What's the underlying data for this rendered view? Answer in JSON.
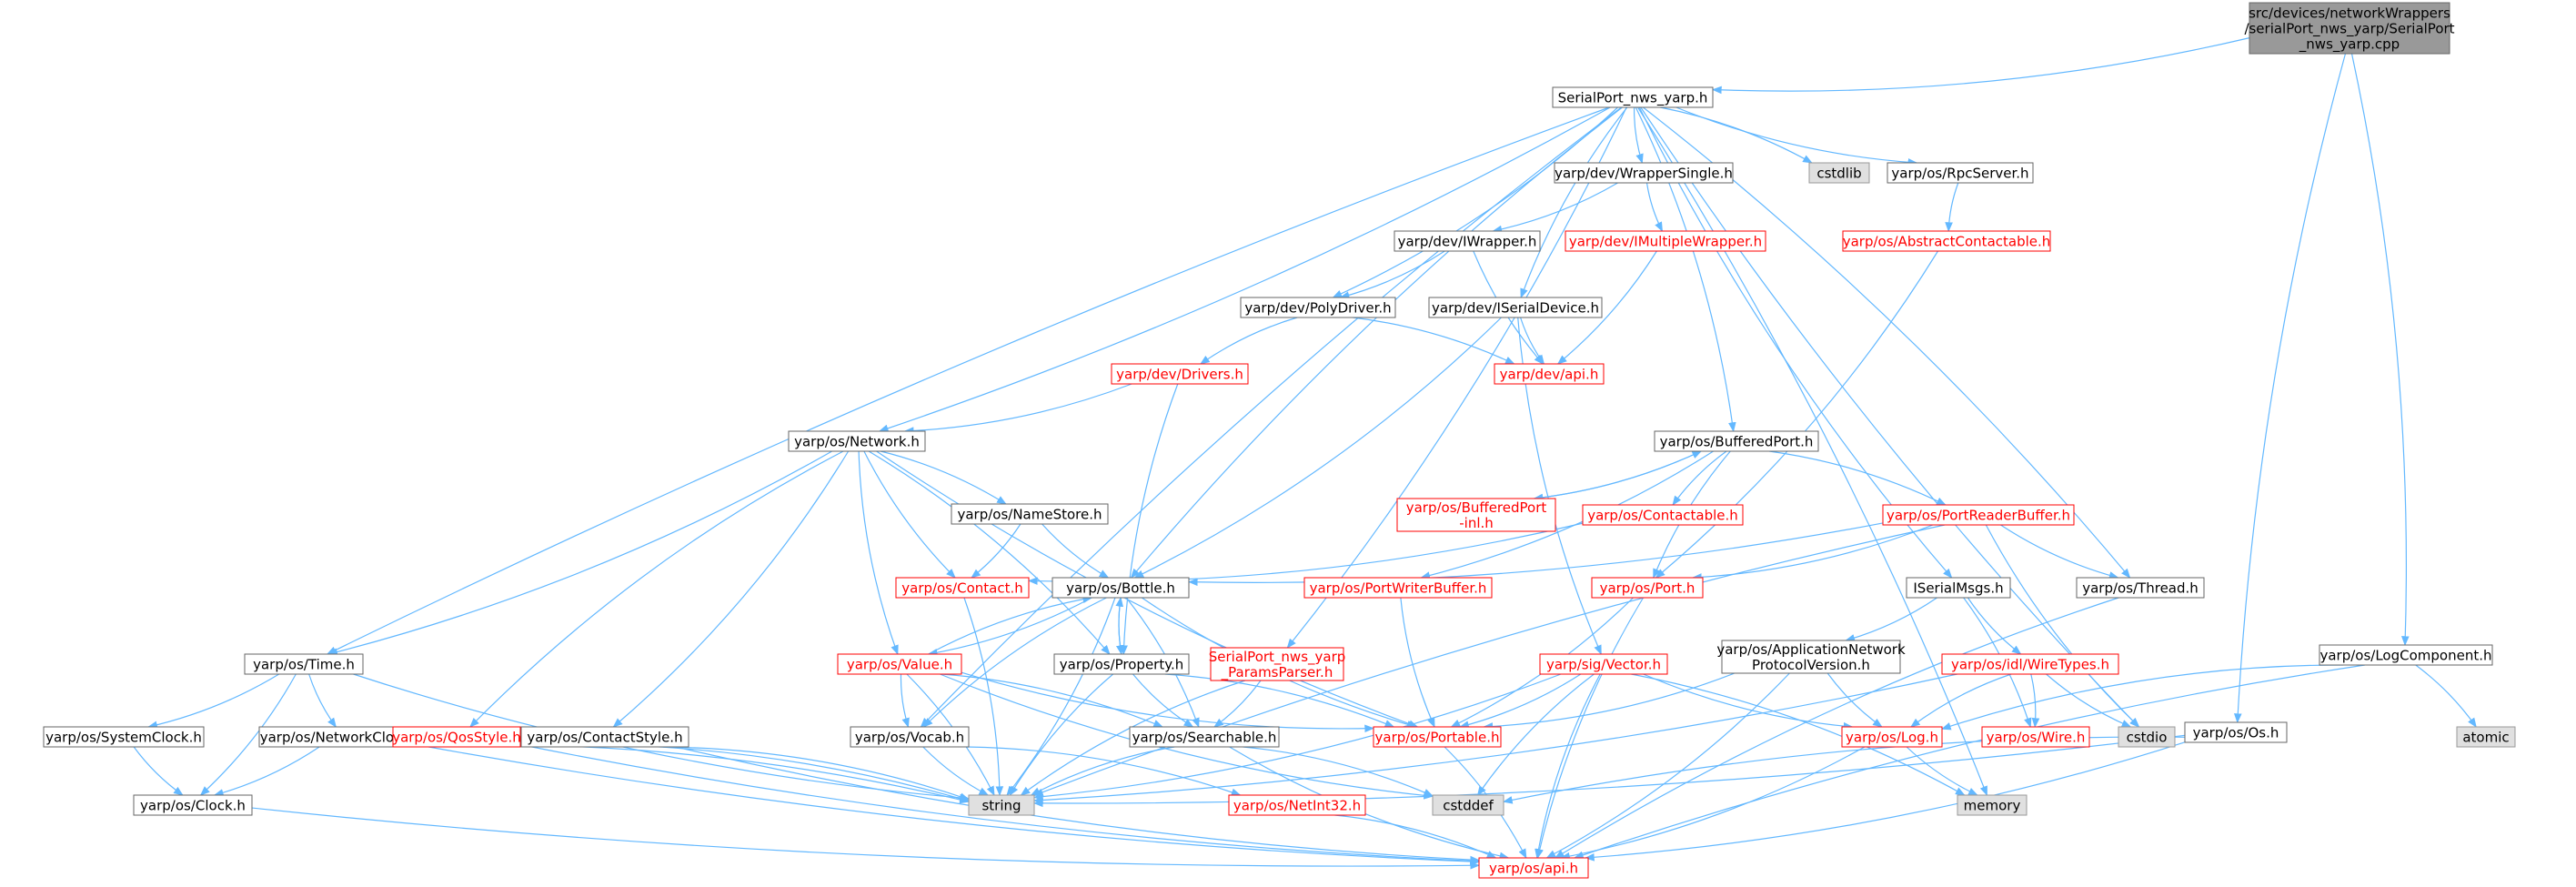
{
  "diagram": {
    "type": "include-dependency-graph",
    "colors": {
      "edge": "#63b8ff",
      "normal_fill": "#ffffff",
      "normal_border": "#666666",
      "normal_text": "#000000",
      "missing_fill": "#ffffff",
      "missing_border": "#ff0000",
      "missing_text": "#ff0000",
      "system_fill": "#e0e0e0",
      "system_border": "#999999",
      "system_text": "#000000",
      "root_fill": "#999999",
      "root_border": "#666666",
      "root_text": "#000000"
    },
    "nodes": [
      {
        "id": "root",
        "lines": [
          "src/devices/networkWrappers",
          "/serialPort_nws_yarp/SerialPort",
          "_nws_yarp.cpp"
        ],
        "style": "root"
      },
      {
        "id": "serialport_nws_yarp_h",
        "lines": [
          "SerialPort_nws_yarp.h"
        ],
        "style": "normal"
      },
      {
        "id": "yarp_os_os_h",
        "lines": [
          "yarp/os/Os.h"
        ],
        "style": "normal"
      },
      {
        "id": "yarp_os_logcomponent_h",
        "lines": [
          "yarp/os/LogComponent.h"
        ],
        "style": "normal"
      },
      {
        "id": "yarp_dev_wrappersingle_h",
        "lines": [
          "yarp/dev/WrapperSingle.h"
        ],
        "style": "normal"
      },
      {
        "id": "cstdlib",
        "lines": [
          "cstdlib"
        ],
        "style": "system"
      },
      {
        "id": "yarp_os_rpcserver_h",
        "lines": [
          "yarp/os/RpcServer.h"
        ],
        "style": "normal"
      },
      {
        "id": "yarp_dev_iwrapper_h",
        "lines": [
          "yarp/dev/IWrapper.h"
        ],
        "style": "normal"
      },
      {
        "id": "yarp_dev_imultiplewrapper_h",
        "lines": [
          "yarp/dev/IMultipleWrapper.h"
        ],
        "style": "missing"
      },
      {
        "id": "yarp_os_abstractcontactable_h",
        "lines": [
          "yarp/os/AbstractContactable.h"
        ],
        "style": "missing"
      },
      {
        "id": "yarp_dev_polydriver_h",
        "lines": [
          "yarp/dev/PolyDriver.h"
        ],
        "style": "normal"
      },
      {
        "id": "yarp_dev_iserialdevice_h",
        "lines": [
          "yarp/dev/ISerialDevice.h"
        ],
        "style": "normal"
      },
      {
        "id": "yarp_dev_drivers_h",
        "lines": [
          "yarp/dev/Drivers.h"
        ],
        "style": "missing"
      },
      {
        "id": "yarp_dev_api_h",
        "lines": [
          "yarp/dev/api.h"
        ],
        "style": "missing"
      },
      {
        "id": "yarp_os_network_h",
        "lines": [
          "yarp/os/Network.h"
        ],
        "style": "normal"
      },
      {
        "id": "yarp_os_bufferedport_h",
        "lines": [
          "yarp/os/BufferedPort.h"
        ],
        "style": "normal"
      },
      {
        "id": "yarp_os_nameStore_h",
        "lines": [
          "yarp/os/NameStore.h"
        ],
        "style": "normal"
      },
      {
        "id": "yarp_os_bufferedport_inl_h",
        "lines": [
          "yarp/os/BufferedPort",
          "-inl.h"
        ],
        "style": "missing"
      },
      {
        "id": "yarp_os_contactable_h",
        "lines": [
          "yarp/os/Contactable.h"
        ],
        "style": "missing"
      },
      {
        "id": "yarp_os_portreaderbuffer_h",
        "lines": [
          "yarp/os/PortReaderBuffer.h"
        ],
        "style": "missing"
      },
      {
        "id": "yarp_os_contact_h",
        "lines": [
          "yarp/os/Contact.h"
        ],
        "style": "missing"
      },
      {
        "id": "yarp_os_bottle_h",
        "lines": [
          "yarp/os/Bottle.h"
        ],
        "style": "normal"
      },
      {
        "id": "yarp_os_portwriterbuffer_h",
        "lines": [
          "yarp/os/PortWriterBuffer.h"
        ],
        "style": "missing"
      },
      {
        "id": "yarp_os_port_h",
        "lines": [
          "yarp/os/Port.h"
        ],
        "style": "missing"
      },
      {
        "id": "iserialmsgs_h",
        "lines": [
          "ISerialMsgs.h"
        ],
        "style": "normal"
      },
      {
        "id": "yarp_os_thread_h",
        "lines": [
          "yarp/os/Thread.h"
        ],
        "style": "normal"
      },
      {
        "id": "yarp_os_time_h",
        "lines": [
          "yarp/os/Time.h"
        ],
        "style": "normal"
      },
      {
        "id": "yarp_os_value_h",
        "lines": [
          "yarp/os/Value.h"
        ],
        "style": "missing"
      },
      {
        "id": "yarp_os_property_h",
        "lines": [
          "yarp/os/Property.h"
        ],
        "style": "normal"
      },
      {
        "id": "serialport_params_parser_h",
        "lines": [
          "SerialPort_nws_yarp",
          "_ParamsParser.h"
        ],
        "style": "missing"
      },
      {
        "id": "yarp_sig_vector_h",
        "lines": [
          "yarp/sig/Vector.h"
        ],
        "style": "missing"
      },
      {
        "id": "yarp_os_appnetprotocolversion_h",
        "lines": [
          "yarp/os/ApplicationNetwork",
          "ProtocolVersion.h"
        ],
        "style": "normal"
      },
      {
        "id": "yarp_os_idl_wiretypes_h",
        "lines": [
          "yarp/os/idl/WireTypes.h"
        ],
        "style": "missing"
      },
      {
        "id": "yarp_os_systemclock_h",
        "lines": [
          "yarp/os/SystemClock.h"
        ],
        "style": "normal"
      },
      {
        "id": "yarp_os_networkclock_h",
        "lines": [
          "yarp/os/NetworkClock.h"
        ],
        "style": "normal"
      },
      {
        "id": "yarp_os_qosstyle_h",
        "lines": [
          "yarp/os/QosStyle.h"
        ],
        "style": "missing"
      },
      {
        "id": "yarp_os_contactstyle_h",
        "lines": [
          "yarp/os/ContactStyle.h"
        ],
        "style": "normal"
      },
      {
        "id": "yarp_os_searchable_h",
        "lines": [
          "yarp/os/Searchable.h"
        ],
        "style": "normal"
      },
      {
        "id": "yarp_os_portable_h",
        "lines": [
          "yarp/os/Portable.h"
        ],
        "style": "missing"
      },
      {
        "id": "yarp_os_log_h",
        "lines": [
          "yarp/os/Log.h"
        ],
        "style": "missing"
      },
      {
        "id": "yarp_os_wire_h",
        "lines": [
          "yarp/os/Wire.h"
        ],
        "style": "missing"
      },
      {
        "id": "cstdio",
        "lines": [
          "cstdio"
        ],
        "style": "system"
      },
      {
        "id": "atomic",
        "lines": [
          "atomic"
        ],
        "style": "system"
      },
      {
        "id": "yarp_os_vocab_h",
        "lines": [
          "yarp/os/Vocab.h"
        ],
        "style": "normal"
      },
      {
        "id": "yarp_os_clock_h",
        "lines": [
          "yarp/os/Clock.h"
        ],
        "style": "normal"
      },
      {
        "id": "string",
        "lines": [
          "string"
        ],
        "style": "system"
      },
      {
        "id": "yarp_os_netint32_h",
        "lines": [
          "yarp/os/NetInt32.h"
        ],
        "style": "missing"
      },
      {
        "id": "cstddef",
        "lines": [
          "cstddef"
        ],
        "style": "system"
      },
      {
        "id": "memory",
        "lines": [
          "memory"
        ],
        "style": "system"
      },
      {
        "id": "yarp_os_api_h",
        "lines": [
          "yarp/os/api.h"
        ],
        "style": "missing"
      }
    ],
    "edges": [
      [
        "root",
        "serialport_nws_yarp_h"
      ],
      [
        "root",
        "yarp_os_os_h"
      ],
      [
        "root",
        "yarp_os_logcomponent_h"
      ],
      [
        "serialport_nws_yarp_h",
        "yarp_dev_wrappersingle_h"
      ],
      [
        "serialport_nws_yarp_h",
        "cstdlib"
      ],
      [
        "serialport_nws_yarp_h",
        "yarp_os_rpcserver_h"
      ],
      [
        "serialport_nws_yarp_h",
        "yarp_dev_polydriver_h"
      ],
      [
        "serialport_nws_yarp_h",
        "yarp_dev_iserialdevice_h"
      ],
      [
        "serialport_nws_yarp_h",
        "yarp_os_network_h"
      ],
      [
        "serialport_nws_yarp_h",
        "yarp_os_time_h"
      ],
      [
        "serialport_nws_yarp_h",
        "yarp_os_bufferedport_h"
      ],
      [
        "serialport_nws_yarp_h",
        "yarp_os_bottle_h"
      ],
      [
        "serialport_nws_yarp_h",
        "serialport_params_parser_h"
      ],
      [
        "serialport_nws_yarp_h",
        "iserialmsgs_h"
      ],
      [
        "serialport_nws_yarp_h",
        "yarp_os_thread_h"
      ],
      [
        "serialport_nws_yarp_h",
        "cstdio"
      ],
      [
        "serialport_nws_yarp_h",
        "memory"
      ],
      [
        "serialport_nws_yarp_h",
        "yarp_os_vocab_h"
      ],
      [
        "yarp_dev_wrappersingle_h",
        "yarp_dev_iwrapper_h"
      ],
      [
        "yarp_dev_wrappersingle_h",
        "yarp_dev_imultiplewrapper_h"
      ],
      [
        "yarp_dev_iwrapper_h",
        "yarp_dev_polydriver_h"
      ],
      [
        "yarp_dev_iwrapper_h",
        "yarp_dev_api_h"
      ],
      [
        "yarp_dev_imultiplewrapper_h",
        "yarp_dev_api_h"
      ],
      [
        "yarp_os_rpcserver_h",
        "yarp_os_abstractcontactable_h"
      ],
      [
        "yarp_os_abstractcontactable_h",
        "yarp_os_port_h"
      ],
      [
        "yarp_dev_polydriver_h",
        "yarp_dev_drivers_h"
      ],
      [
        "yarp_dev_polydriver_h",
        "yarp_dev_api_h"
      ],
      [
        "yarp_dev_iserialdevice_h",
        "yarp_dev_api_h"
      ],
      [
        "yarp_dev_iserialdevice_h",
        "yarp_os_bottle_h"
      ],
      [
        "yarp_dev_iserialdevice_h",
        "yarp_sig_vector_h"
      ],
      [
        "yarp_dev_drivers_h",
        "yarp_os_network_h"
      ],
      [
        "yarp_dev_drivers_h",
        "yarp_os_property_h"
      ],
      [
        "yarp_os_network_h",
        "yarp_os_nameStore_h"
      ],
      [
        "yarp_os_network_h",
        "yarp_os_contact_h"
      ],
      [
        "yarp_os_network_h",
        "yarp_os_time_h"
      ],
      [
        "yarp_os_network_h",
        "yarp_os_value_h"
      ],
      [
        "yarp_os_network_h",
        "yarp_os_property_h"
      ],
      [
        "yarp_os_network_h",
        "yarp_os_qosstyle_h"
      ],
      [
        "yarp_os_network_h",
        "yarp_os_contactstyle_h"
      ],
      [
        "yarp_os_network_h",
        "yarp_os_portable_h"
      ],
      [
        "yarp_os_nameStore_h",
        "yarp_os_contact_h"
      ],
      [
        "yarp_os_nameStore_h",
        "yarp_os_bottle_h"
      ],
      [
        "yarp_os_bufferedport_h",
        "yarp_os_bufferedport_inl_h"
      ],
      [
        "yarp_os_bufferedport_h",
        "yarp_os_contactable_h"
      ],
      [
        "yarp_os_bufferedport_h",
        "yarp_os_portreaderbuffer_h"
      ],
      [
        "yarp_os_bufferedport_h",
        "yarp_os_port_h"
      ],
      [
        "yarp_os_bufferedport_h",
        "yarp_os_portwriterbuffer_h"
      ],
      [
        "yarp_os_bufferedport_inl_h",
        "yarp_os_bufferedport_h"
      ],
      [
        "yarp_os_contactable_h",
        "yarp_os_contact_h"
      ],
      [
        "yarp_os_portreaderbuffer_h",
        "yarp_os_thread_h"
      ],
      [
        "yarp_os_portreaderbuffer_h",
        "yarp_os_port_h"
      ],
      [
        "yarp_os_portreaderbuffer_h",
        "cstdio"
      ],
      [
        "yarp_os_portreaderbuffer_h",
        "yarp_os_bottle_h"
      ],
      [
        "yarp_os_portreaderbuffer_h",
        "string"
      ],
      [
        "yarp_os_contact_h",
        "string"
      ],
      [
        "yarp_os_bottle_h",
        "yarp_os_property_h"
      ],
      [
        "yarp_os_bottle_h",
        "yarp_os_value_h"
      ],
      [
        "yarp_os_bottle_h",
        "yarp_os_portable_h"
      ],
      [
        "yarp_os_bottle_h",
        "yarp_os_searchable_h"
      ],
      [
        "yarp_os_bottle_h",
        "yarp_os_vocab_h"
      ],
      [
        "yarp_os_bottle_h",
        "string"
      ],
      [
        "yarp_os_portwriterbuffer_h",
        "yarp_os_portable_h"
      ],
      [
        "yarp_os_port_h",
        "yarp_os_portable_h"
      ],
      [
        "yarp_os_port_h",
        "yarp_os_api_h"
      ],
      [
        "iserialmsgs_h",
        "yarp_os_appnetprotocolversion_h"
      ],
      [
        "iserialmsgs_h",
        "yarp_os_idl_wiretypes_h"
      ],
      [
        "iserialmsgs_h",
        "yarp_os_wire_h"
      ],
      [
        "yarp_os_thread_h",
        "yarp_os_api_h"
      ],
      [
        "yarp_os_time_h",
        "yarp_os_systemclock_h"
      ],
      [
        "yarp_os_time_h",
        "yarp_os_networkclock_h"
      ],
      [
        "yarp_os_time_h",
        "yarp_os_clock_h"
      ],
      [
        "yarp_os_time_h",
        "string"
      ],
      [
        "yarp_os_value_h",
        "yarp_os_bottle_h"
      ],
      [
        "yarp_os_value_h",
        "yarp_os_vocab_h"
      ],
      [
        "yarp_os_value_h",
        "yarp_os_searchable_h"
      ],
      [
        "yarp_os_value_h",
        "yarp_os_portable_h"
      ],
      [
        "yarp_os_value_h",
        "string"
      ],
      [
        "yarp_os_value_h",
        "cstddef"
      ],
      [
        "yarp_os_property_h",
        "yarp_os_bottle_h"
      ],
      [
        "yarp_os_property_h",
        "yarp_os_searchable_h"
      ],
      [
        "yarp_os_property_h",
        "yarp_os_portable_h"
      ],
      [
        "yarp_os_property_h",
        "string"
      ],
      [
        "serialport_params_parser_h",
        "yarp_os_searchable_h"
      ],
      [
        "serialport_params_parser_h",
        "string"
      ],
      [
        "yarp_sig_vector_h",
        "yarp_os_portable_h"
      ],
      [
        "yarp_sig_vector_h",
        "yarp_os_log_h"
      ],
      [
        "yarp_sig_vector_h",
        "string"
      ],
      [
        "yarp_sig_vector_h",
        "cstddef"
      ],
      [
        "yarp_sig_vector_h",
        "memory"
      ],
      [
        "yarp_sig_vector_h",
        "yarp_os_api_h"
      ],
      [
        "yarp_os_appnetprotocolversion_h",
        "yarp_os_portable_h"
      ],
      [
        "yarp_os_appnetprotocolversion_h",
        "yarp_os_log_h"
      ],
      [
        "yarp_os_appnetprotocolversion_h",
        "yarp_os_api_h"
      ],
      [
        "yarp_os_idl_wiretypes_h",
        "yarp_os_log_h"
      ],
      [
        "yarp_os_idl_wiretypes_h",
        "yarp_os_wire_h"
      ],
      [
        "yarp_os_idl_wiretypes_h",
        "cstdio"
      ],
      [
        "yarp_os_idl_wiretypes_h",
        "string"
      ],
      [
        "yarp_os_systemclock_h",
        "yarp_os_clock_h"
      ],
      [
        "yarp_os_networkclock_h",
        "yarp_os_clock_h"
      ],
      [
        "yarp_os_networkclock_h",
        "yarp_os_api_h"
      ],
      [
        "yarp_os_networkclock_h",
        "string"
      ],
      [
        "yarp_os_qosstyle_h",
        "yarp_os_api_h"
      ],
      [
        "yarp_os_qosstyle_h",
        "string"
      ],
      [
        "yarp_os_contactstyle_h",
        "yarp_os_api_h"
      ],
      [
        "yarp_os_contactstyle_h",
        "string"
      ],
      [
        "yarp_os_searchable_h",
        "string"
      ],
      [
        "yarp_os_searchable_h",
        "cstddef"
      ],
      [
        "yarp_os_searchable_h",
        "yarp_os_api_h"
      ],
      [
        "yarp_os_portable_h",
        "yarp_os_api_h"
      ],
      [
        "yarp_os_vocab_h",
        "string"
      ],
      [
        "yarp_os_vocab_h",
        "yarp_os_netint32_h"
      ],
      [
        "yarp_os_log_h",
        "memory"
      ],
      [
        "yarp_os_log_h",
        "yarp_os_api_h"
      ],
      [
        "yarp_os_logcomponent_h",
        "yarp_os_log_h"
      ],
      [
        "yarp_os_logcomponent_h",
        "atomic"
      ],
      [
        "yarp_os_logcomponent_h",
        "yarp_os_api_h"
      ],
      [
        "yarp_os_os_h",
        "string"
      ],
      [
        "yarp_os_os_h",
        "cstddef"
      ],
      [
        "yarp_os_os_h",
        "yarp_os_api_h"
      ],
      [
        "yarp_os_clock_h",
        "yarp_os_api_h"
      ],
      [
        "yarp_os_netint32_h",
        "yarp_os_api_h"
      ]
    ]
  }
}
